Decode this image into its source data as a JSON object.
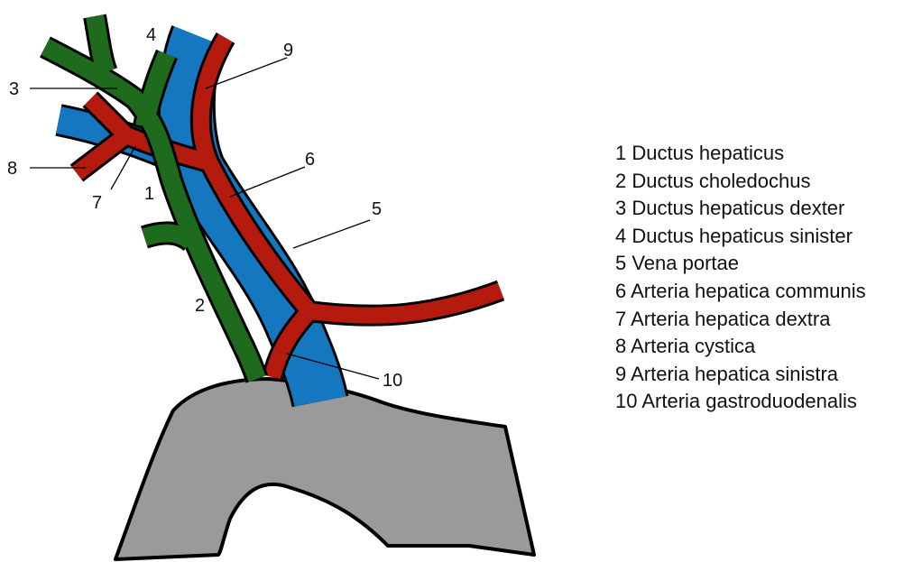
{
  "colors": {
    "bile_duct": "#1e6b1e",
    "portal_vein": "#1477c0",
    "artery": "#b51a0e",
    "duodenum": "#9a9a9a",
    "outline": "#000000"
  },
  "callouts": {
    "n1": "1",
    "n2": "2",
    "n3": "3",
    "n4": "4",
    "n5": "5",
    "n6": "6",
    "n7": "7",
    "n8": "8",
    "n9": "9",
    "n10": "10"
  },
  "legend": [
    "1 Ductus hepaticus",
    "2 Ductus choledochus",
    "3 Ductus hepaticus dexter",
    "4 Ductus hepaticus sinister",
    "5 Vena portae",
    "6 Arteria hepatica communis",
    "7 Arteria hepatica dextra",
    "8 Arteria cystica",
    "9 Arteria hepatica sinistra",
    "10 Arteria gastroduodenalis"
  ]
}
